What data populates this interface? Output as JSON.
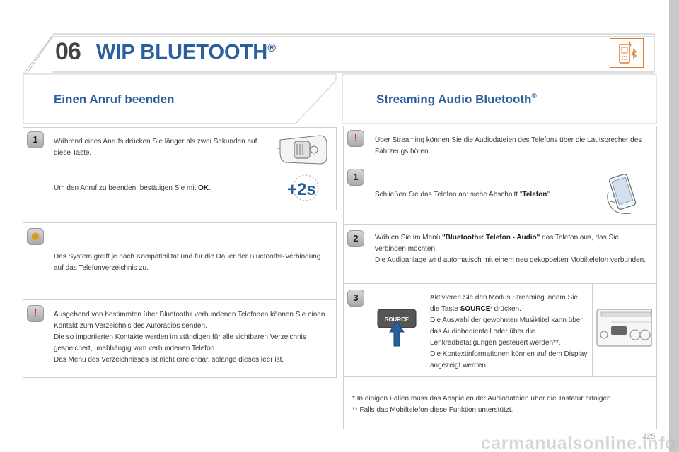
{
  "header": {
    "chapter_number": "06",
    "chapter_title": "WIP BLUETOOTH",
    "chapter_title_reg": "®",
    "icon": "phone-bluetooth-icon"
  },
  "left": {
    "title": "Einen Anruf beenden",
    "step1_badge": "1",
    "step1_text1": "Während eines Anrufs drücken Sie länger als zwei Sekunden auf diese Taste.",
    "step1_text2_pre": "Um den Anruf zu beenden, bestätigen Sie mit ",
    "step1_text2_bold": "OK",
    "step1_text2_post": ".",
    "hold_label": "+2s",
    "info_text_pre": "Das System greift je nach Kompatibilität und für die Dauer der Bluetooth",
    "info_text_reg": "®",
    "info_text_post": "-Verbindung auf das Telefonverzeichnis zu.",
    "warn_line1_pre": "Ausgehend von bestimmten über Bluetooth",
    "warn_line1_reg": "®",
    "warn_line1_post": " verbundenen Telefonen können Sie einen Kontakt zum Verzeichnis des Autoradios senden.",
    "warn_line2": "Die so importierten Kontakte werden im ständigen für alle sichtbaren Verzeichnis gespeichert, unabhängig vom verbundenen Telefon.",
    "warn_line3": "Das Menü des Verzeichnisses ist nicht erreichbar, solange dieses leer ist."
  },
  "right": {
    "title": "Streaming Audio Bluetooth",
    "title_reg": "®",
    "warn_text": "Über Streaming können Sie die Audiodateien des Telefons über die Lautsprecher des Fahrzeugs hören.",
    "step1_badge": "1",
    "step1_pre": "Schließen Sie das Telefon an: siehe Abschnitt \"",
    "step1_bold": "Telefon",
    "step1_post": "\".",
    "step2_badge": "2",
    "step2_pre": "Wählen Sie im Menü ",
    "step2_bold1": "\"Bluetooth",
    "step2_reg": "®",
    "step2_bold2": ": Telefon - Audio\"",
    "step2_post": " das Telefon aus, das Sie verbinden möchten.",
    "step2_line2": "Die Audioanlage wird automatisch mit einem neu gekoppelten Mobiltelefon verbunden.",
    "step3_badge": "3",
    "step3_pre": "Aktivieren Sie den Modus Streaming indem Sie die Taste ",
    "step3_bold": "SOURCE",
    "step3_star": "*",
    "step3_post": " drücken.",
    "step3_line2": "Die Auswahl der gewohnten Musiktitel kann über das Audiobedienteil oder über die Lenkradbetätigungen gesteuert werden**.",
    "step3_line3": "Die Kontextinformationen können auf dem Display angezeigt werden.",
    "source_key_label": "SOURCE",
    "footnote1": "* In einigen Fällen muss das Abspielen der Audiodateien über die Tastatur erfolgen.",
    "footnote2": "** Falls das Mobiltelefon diese Funktion unterstützt."
  },
  "page_number": "325",
  "watermark": "carmanualsonline.info"
}
